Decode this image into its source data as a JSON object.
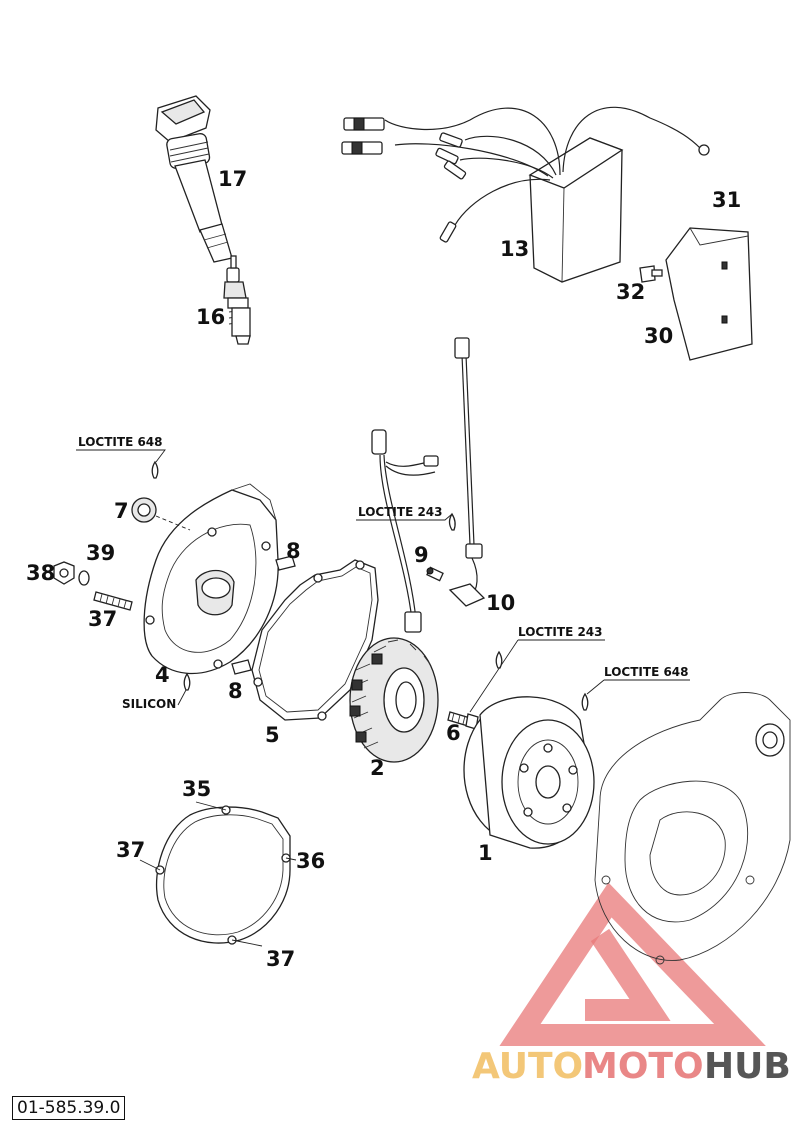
{
  "callouts": {
    "c1": "1",
    "c2": "2",
    "c4": "4",
    "c5": "5",
    "c6": "6",
    "c7": "7",
    "c8a": "8",
    "c8b": "8",
    "c9": "9",
    "c10": "10",
    "c13": "13",
    "c16": "16",
    "c17": "17",
    "c30": "30",
    "c31": "31",
    "c32": "32",
    "c35": "35",
    "c36": "36",
    "c37a": "37",
    "c37b": "37",
    "c37c": "37",
    "c38": "38",
    "c39": "39"
  },
  "notes": {
    "loctite_648_cover": "LOCTITE 648",
    "loctite_243_stator": "LOCTITE 243",
    "loctite_243_flywheel": "LOCTITE 243",
    "loctite_648_flywheel": "LOCTITE 648",
    "silicon": "SILICON"
  },
  "doc_number": "01-585.39.0",
  "watermark": {
    "part1": "AUTO",
    "part2": "MOTO",
    "part3": "HUB",
    "colors": {
      "auto": "#f2c26a",
      "moto": "#e77b7b",
      "hub": "#444444"
    }
  }
}
